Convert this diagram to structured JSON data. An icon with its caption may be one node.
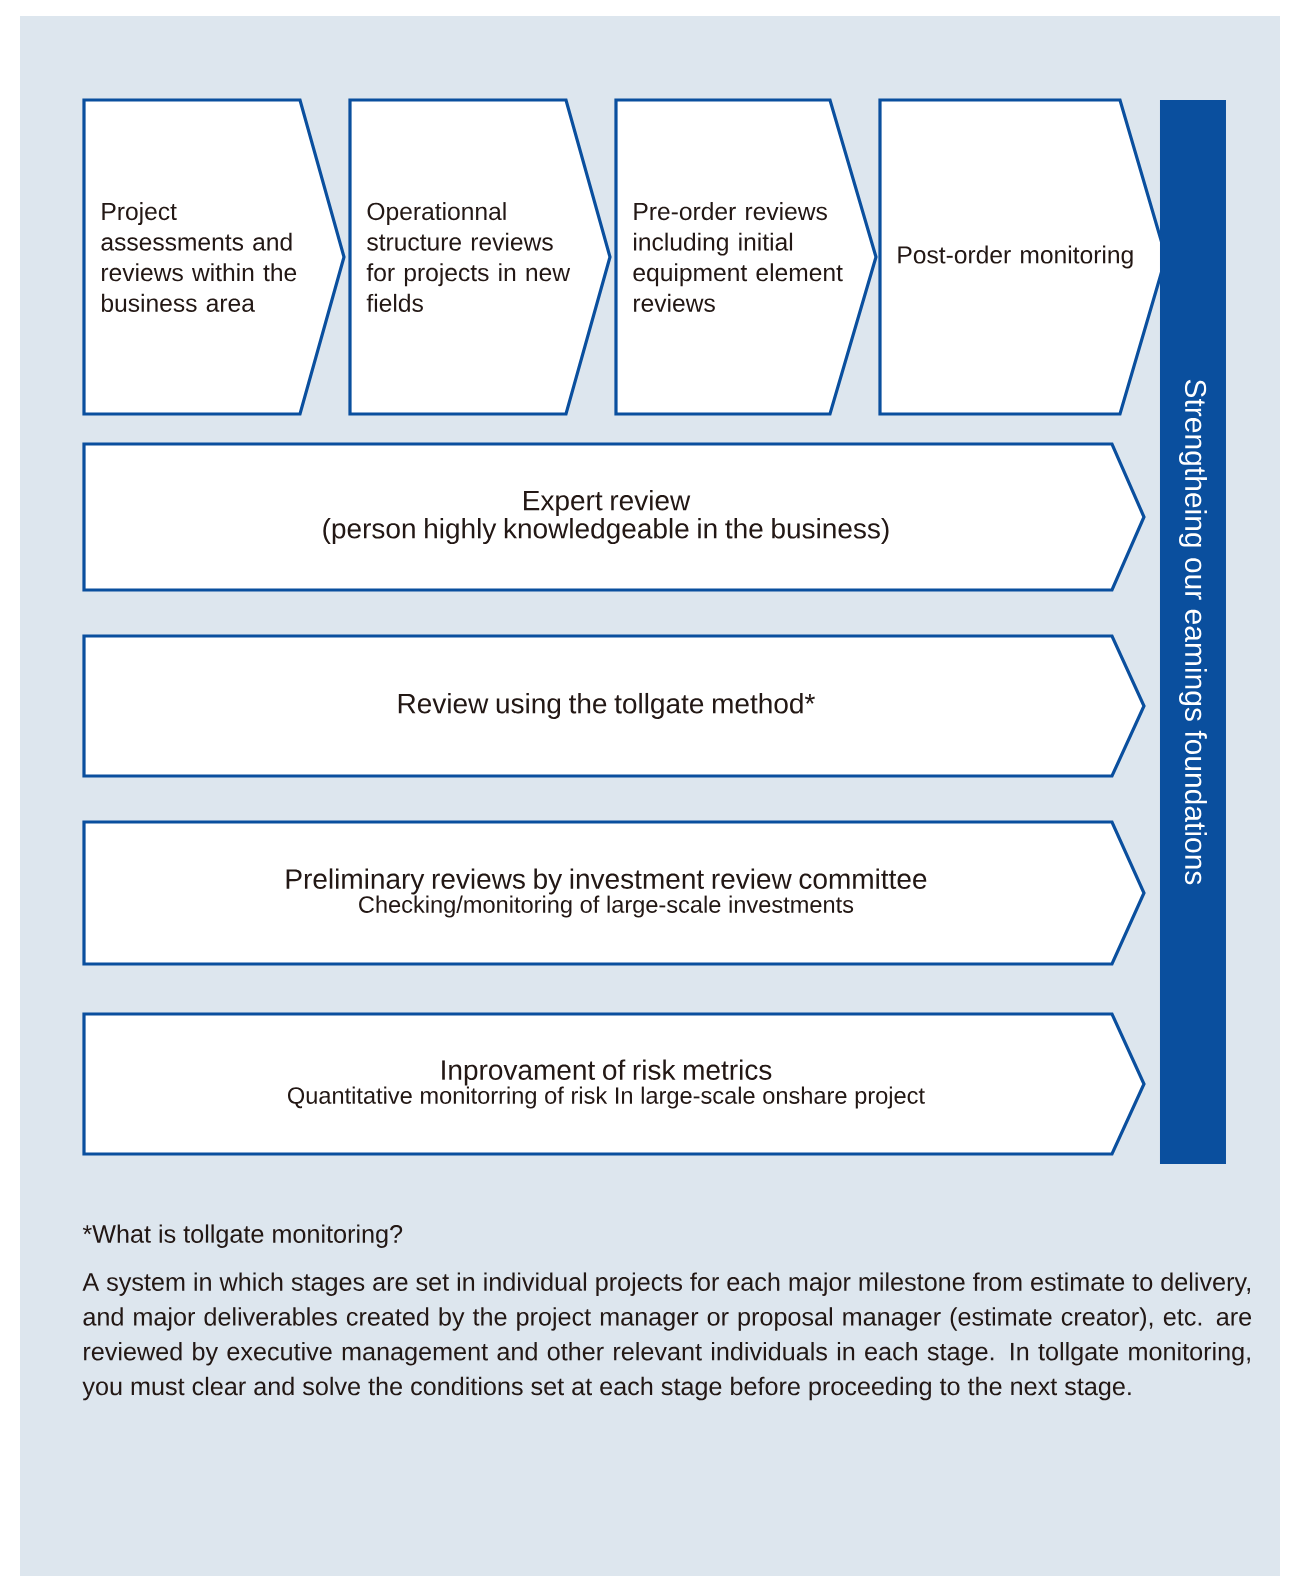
{
  "diagram": {
    "nodes": [
      {
        "text": [
          "Project assessments and reviews within the business area"
        ]
      },
      {
        "text": [
          "Operationnal structure reviews for projects in new fields"
        ]
      },
      {
        "text": [
          "Pre-order reviews including initial equipment element reviews"
        ]
      },
      {
        "text": [
          "Post-order monitoring"
        ]
      },
      {
        "text": [
          "Expert review",
          "(person highly knowledgeable in the business)"
        ]
      },
      {
        "text": [
          "Review using the tollgate method*"
        ]
      },
      {
        "text": [
          "Preliminary reviews by investment review committee",
          "Checking/monitoring of large-scale investments"
        ]
      },
      {
        "text": [
          "Inprovament of risk metrics",
          "Quantitative monitorring of risk In large-scale onshare project"
        ]
      },
      {
        "text": [
          "Strengtheing our eamings foundations"
        ]
      }
    ],
    "labels": [
      "*What is tollgate monitoring?",
      "A system in which stages are set in individual projects for each major milestone from estimate to delivery, and major deliverables created by the project manager or proposal manager (estimate creator), etc. are reviewed by executive management and other relevant individuals in each stage. In tollgate monitoring, you must clear and solve the conditions set at each stage before proceeding to the next stage."
    ]
  }
}
